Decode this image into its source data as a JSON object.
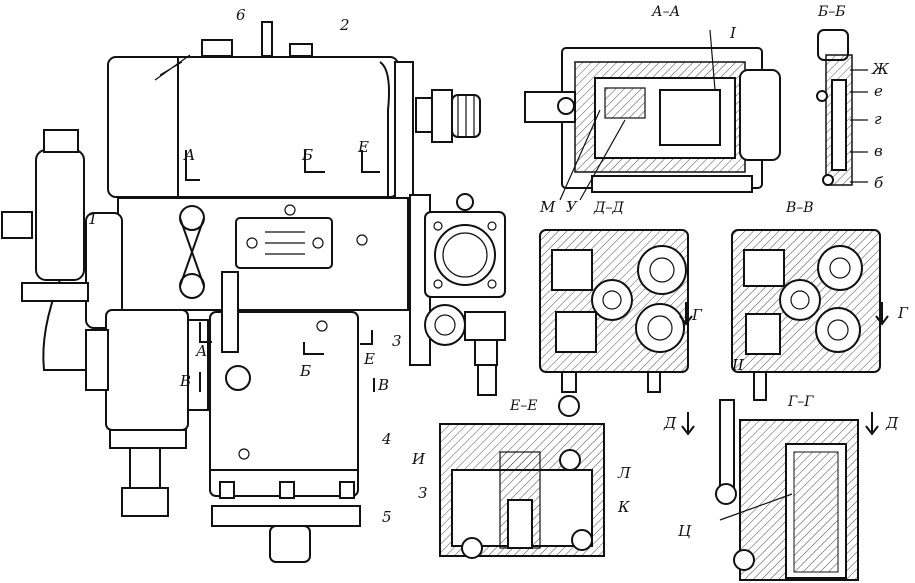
{
  "labels": {
    "n1": "1",
    "n2": "2",
    "n3": "3",
    "n4": "4",
    "n5": "5",
    "n6": "6",
    "cut_a": "А",
    "cut_b": "Б",
    "cut_e": "Е",
    "cut_v": "В",
    "cut_a2": "А",
    "cut_b2": "Б",
    "cut_e2": "Е",
    "cut_v2": "В",
    "m": "М",
    "u": "У",
    "roman1": "I",
    "roman2": "II",
    "zh": "Ж",
    "e_small": "е",
    "g_small": "г",
    "v_small": "в",
    "b_small": "б",
    "g_cut": "Г",
    "g_cut2": "Г",
    "d_cut": "Д",
    "d_cut2": "Д",
    "i_lbl": "И",
    "z_lbl": "З",
    "l_lbl": "Л",
    "k_lbl": "К",
    "ts_lbl": "Ц"
  },
  "sections": {
    "aa": "А–А",
    "bb": "Б–Б",
    "dd": "Д–Д",
    "vv": "В–В",
    "ee": "Е–Е",
    "gg": "Г–Г"
  }
}
